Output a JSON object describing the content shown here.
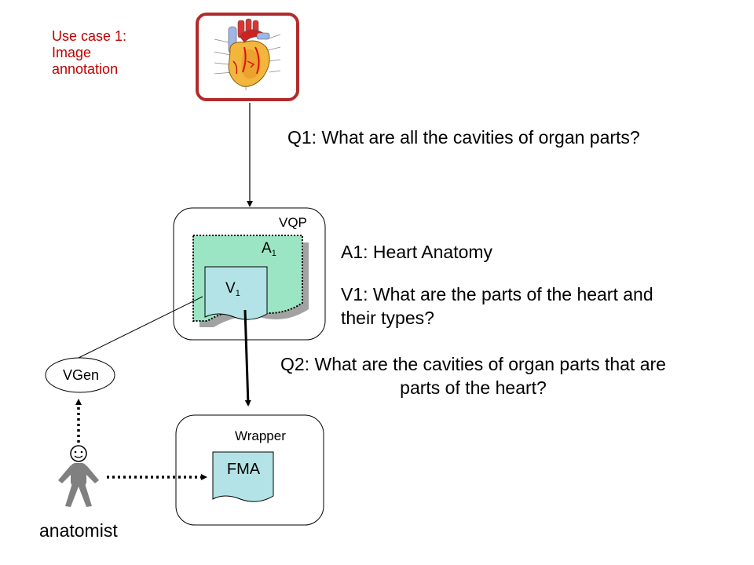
{
  "use_case": {
    "line1": "Use case 1:",
    "line2": "Image",
    "line3": "annotation"
  },
  "questions": {
    "q1": "Q1: What are all the cavities of organ parts?",
    "q2": "Q2: What are the cavities of organ parts that are parts of the heart?"
  },
  "answers": {
    "a1": "A1: Heart Anatomy",
    "v1": "V1: What are the parts of the heart and their types?"
  },
  "nodes": {
    "vqp": "VQP",
    "a1_main": "A",
    "a1_sub": "1",
    "v1_main": "V",
    "v1_sub": "1",
    "vgen": "VGen",
    "wrapper": "Wrapper",
    "fma": "FMA",
    "actor": "anatomist"
  },
  "colors": {
    "annotation_red": "#c00000",
    "image_frame": "#b22b2b",
    "view_fill": "#9ce5c4",
    "doc_fill": "#b3e3e6"
  },
  "icons": {
    "image": "heart-anatomy-icon",
    "actor": "stick-figure-icon"
  }
}
